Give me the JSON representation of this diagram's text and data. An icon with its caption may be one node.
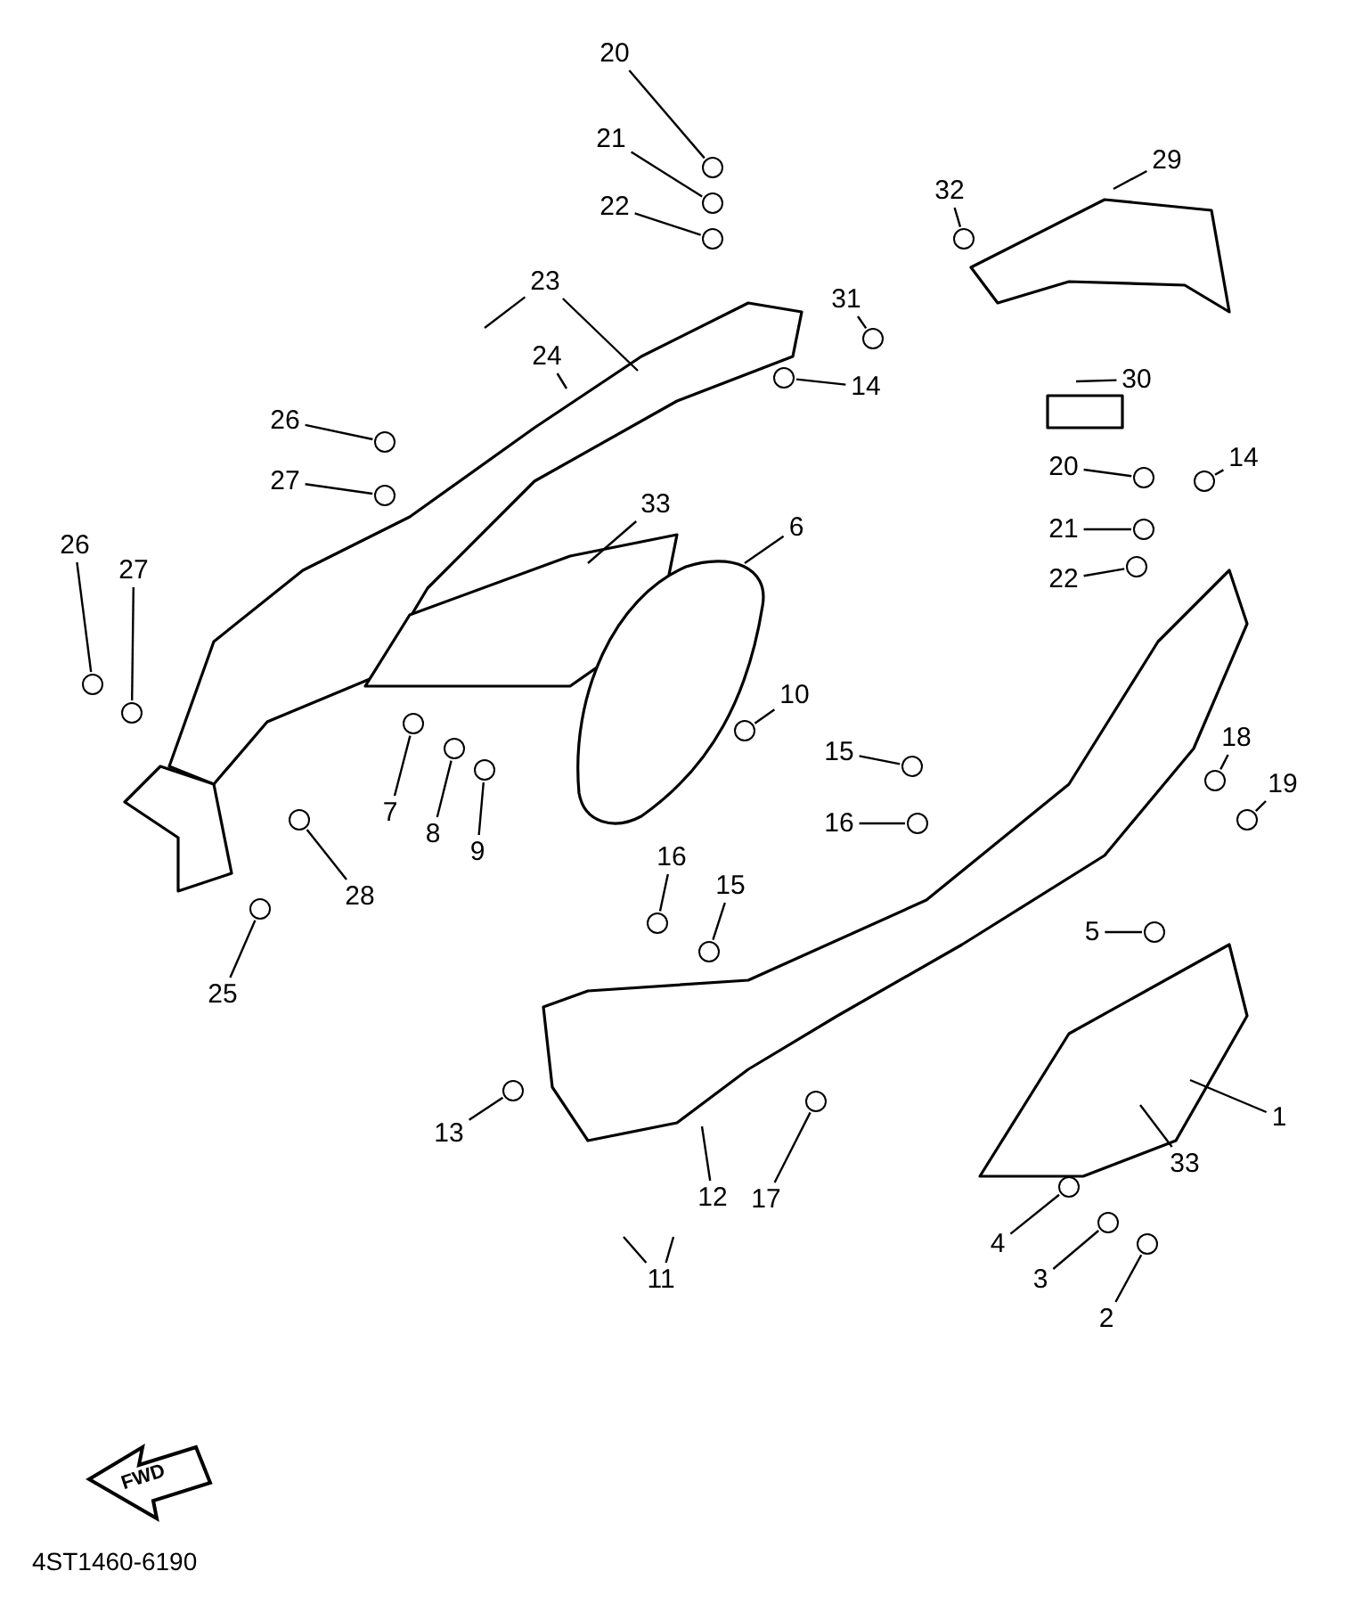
{
  "diagram": {
    "nodes": [
      {
        "text": [
          "20"
        ]
      },
      {
        "text": [
          "21"
        ]
      },
      {
        "text": [
          "29"
        ]
      },
      {
        "text": [
          "32"
        ]
      },
      {
        "text": [
          "22"
        ]
      },
      {
        "text": [
          "23"
        ]
      },
      {
        "text": [
          "31"
        ]
      },
      {
        "text": [
          "24"
        ]
      },
      {
        "text": [
          "30"
        ]
      },
      {
        "text": [
          "14"
        ]
      },
      {
        "text": [
          "26"
        ]
      },
      {
        "text": [
          "14"
        ]
      },
      {
        "text": [
          "20"
        ]
      },
      {
        "text": [
          "27"
        ]
      },
      {
        "text": [
          "33"
        ]
      },
      {
        "text": [
          "6"
        ]
      },
      {
        "text": [
          "21"
        ]
      },
      {
        "text": [
          "26"
        ]
      },
      {
        "text": [
          "27"
        ]
      },
      {
        "text": [
          "22"
        ]
      },
      {
        "text": [
          "10"
        ]
      },
      {
        "text": [
          "18"
        ]
      },
      {
        "text": [
          "15"
        ]
      },
      {
        "text": [
          "19"
        ]
      },
      {
        "text": [
          "7"
        ]
      },
      {
        "text": [
          "16"
        ]
      },
      {
        "text": [
          "8"
        ]
      },
      {
        "text": [
          "9"
        ]
      },
      {
        "text": [
          "16"
        ]
      },
      {
        "text": [
          "15"
        ]
      },
      {
        "text": [
          "28"
        ]
      },
      {
        "text": [
          "5"
        ]
      },
      {
        "text": [
          "25"
        ]
      },
      {
        "text": [
          "1"
        ]
      },
      {
        "text": [
          "13"
        ]
      },
      {
        "text": [
          "33"
        ]
      },
      {
        "text": [
          "17"
        ]
      },
      {
        "text": [
          "12"
        ]
      },
      {
        "text": [
          "4"
        ]
      },
      {
        "text": [
          "11"
        ]
      },
      {
        "text": [
          "3"
        ]
      },
      {
        "text": [
          "2"
        ]
      },
      {
        "text": [],
        "shape": "circle"
      },
      {
        "text": [],
        "shape": "circle"
      },
      {
        "text": [],
        "shape": "circle"
      },
      {
        "text": [],
        "shape": "circle"
      },
      {
        "text": [],
        "shape": "circle"
      },
      {
        "text": [],
        "shape": "circle"
      },
      {
        "text": [],
        "shape": "circle"
      },
      {
        "text": [],
        "shape": "circle"
      },
      {
        "text": [],
        "shape": "circle"
      },
      {
        "text": [],
        "shape": "circle"
      },
      {
        "text": [],
        "shape": "circle"
      },
      {
        "text": [],
        "shape": "circle"
      },
      {
        "text": [],
        "shape": "circle"
      },
      {
        "text": [],
        "shape": "circle"
      },
      {
        "text": [],
        "shape": "circle"
      },
      {
        "text": [],
        "shape": "circle"
      },
      {
        "text": [],
        "shape": "circle"
      },
      {
        "text": [],
        "shape": "circle"
      },
      {
        "text": [],
        "shape": "circle"
      },
      {
        "text": [],
        "shape": "circle"
      },
      {
        "text": [],
        "shape": "circle"
      },
      {
        "text": [],
        "shape": "circle"
      },
      {
        "text": [],
        "shape": "circle"
      },
      {
        "text": [],
        "shape": "circle"
      },
      {
        "text": [],
        "shape": "circle"
      },
      {
        "text": [],
        "shape": "circle"
      },
      {
        "text": [],
        "shape": "circle"
      },
      {
        "text": [],
        "shape": "circle"
      },
      {
        "text": [],
        "shape": "circle"
      },
      {
        "text": [],
        "shape": "circle"
      },
      {
        "text": [],
        "shape": "circle"
      },
      {
        "text": [],
        "shape": "circle"
      }
    ],
    "edges": [
      {
        "from": 0,
        "to": 42,
        "arrow": "none"
      },
      {
        "from": 1,
        "to": 43,
        "arrow": "none"
      },
      {
        "from": 2,
        "to": null,
        "arrow": "none"
      },
      {
        "from": 3,
        "to": 44,
        "arrow": "none"
      },
      {
        "from": 4,
        "to": 45,
        "arrow": "none"
      },
      {
        "from": 5,
        "to": null,
        "arrow": "none"
      },
      {
        "from": 5,
        "to": null,
        "arrow": "none"
      },
      {
        "from": 6,
        "to": 46,
        "arrow": "none"
      },
      {
        "from": 7,
        "to": null,
        "arrow": "none"
      },
      {
        "from": 8,
        "to": null,
        "arrow": "none"
      },
      {
        "from": 9,
        "to": 47,
        "arrow": "none"
      },
      {
        "from": 10,
        "to": 48,
        "arrow": "none"
      },
      {
        "from": 11,
        "to": 49,
        "arrow": "none"
      },
      {
        "from": 12,
        "to": 50,
        "arrow": "none"
      },
      {
        "from": 13,
        "to": 51,
        "arrow": "none"
      },
      {
        "from": 14,
        "to": null,
        "arrow": "none"
      },
      {
        "from": 15,
        "to": null,
        "arrow": "none"
      },
      {
        "from": 16,
        "to": 52,
        "arrow": "none"
      },
      {
        "from": 17,
        "to": 53,
        "arrow": "none"
      },
      {
        "from": 18,
        "to": 54,
        "arrow": "none"
      },
      {
        "from": 19,
        "to": 55,
        "arrow": "none"
      },
      {
        "from": 20,
        "to": 56,
        "arrow": "none"
      },
      {
        "from": 21,
        "to": 57,
        "arrow": "none"
      },
      {
        "from": 22,
        "to": 58,
        "arrow": "none"
      },
      {
        "from": 23,
        "to": 59,
        "arrow": "none"
      },
      {
        "from": 24,
        "to": 60,
        "arrow": "none"
      },
      {
        "from": 25,
        "to": 61,
        "arrow": "none"
      },
      {
        "from": 26,
        "to": 62,
        "arrow": "none"
      },
      {
        "from": 27,
        "to": 63,
        "arrow": "none"
      },
      {
        "from": 28,
        "to": 64,
        "arrow": "none"
      },
      {
        "from": 29,
        "to": 65,
        "arrow": "none"
      },
      {
        "from": 30,
        "to": 66,
        "arrow": "none"
      },
      {
        "from": 31,
        "to": 67,
        "arrow": "none"
      },
      {
        "from": 32,
        "to": 68,
        "arrow": "none"
      },
      {
        "from": 33,
        "to": null,
        "arrow": "none"
      },
      {
        "from": 34,
        "to": 69,
        "arrow": "none"
      },
      {
        "from": 35,
        "to": null,
        "arrow": "none"
      },
      {
        "from": 36,
        "to": 70,
        "arrow": "none"
      },
      {
        "from": 37,
        "to": null,
        "arrow": "none"
      },
      {
        "from": 38,
        "to": 71,
        "arrow": "none"
      },
      {
        "from": 39,
        "to": null,
        "arrow": "none"
      },
      {
        "from": 39,
        "to": null,
        "arrow": "none"
      },
      {
        "from": 40,
        "to": 72,
        "arrow": "none"
      },
      {
        "from": 41,
        "to": 73,
        "arrow": "none"
      }
    ],
    "labels": [
      "FWD",
      "4ST1460-6190"
    ]
  }
}
